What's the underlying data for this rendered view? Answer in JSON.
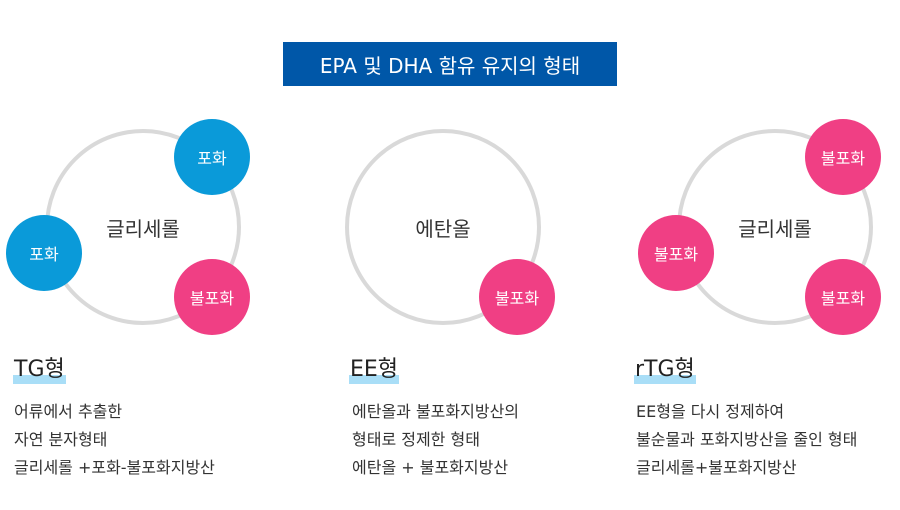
{
  "title": "EPA 및 DHA 함유 유지의 형태",
  "forms": [
    {
      "ring": "글리세롤",
      "dots": [
        "포화",
        "포화",
        "불포화"
      ],
      "heading": "TG형",
      "lines": [
        "어류에서 추출한",
        "자연 분자형태",
        "글리세롤 +포화-불포화지방산"
      ]
    },
    {
      "ring": "에탄올",
      "dots": [
        "불포화"
      ],
      "heading": "EE형",
      "lines": [
        "에탄올과 불포화지방산의",
        "형태로 정제한 형태",
        "에탄올 + 불포화지방산"
      ]
    },
    {
      "ring": "글리세롤",
      "dots": [
        "불포화",
        "불포화",
        "불포화"
      ],
      "heading": "rTG형",
      "lines": [
        "EE형을 다시 정제하여",
        "불순물과 포화지방산을 줄인 형태",
        "글리세롤+불포화지방산"
      ]
    }
  ],
  "colors": {
    "title_bg": "#0057a8",
    "saturated": "#0a9ad9",
    "unsaturated": "#f03f84"
  }
}
